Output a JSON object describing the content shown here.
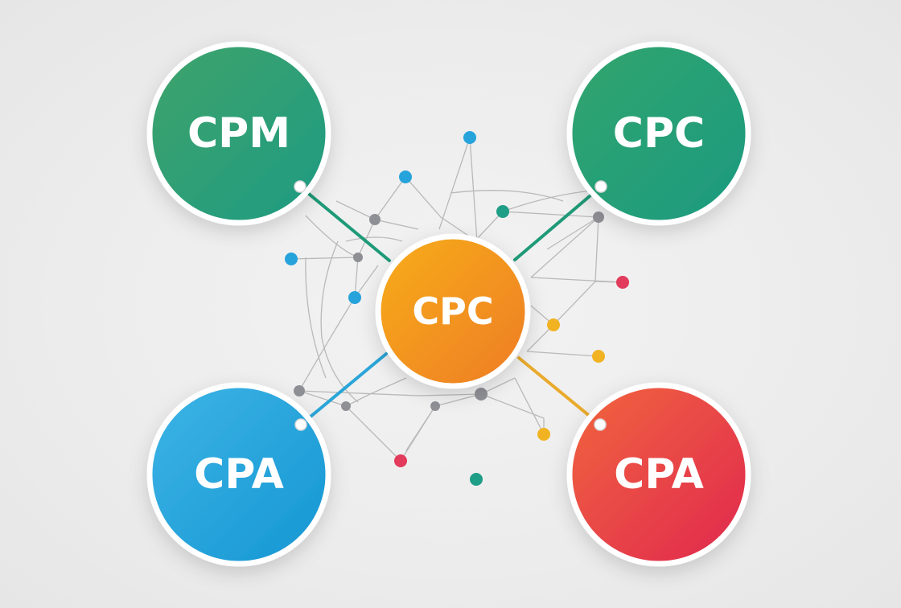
{
  "diagram": {
    "nodes": [
      {
        "id": "cpm",
        "label": "CPM",
        "color_start": "#3fa36a",
        "color_end": "#1e9b82",
        "link_color": "#1f9a78"
      },
      {
        "id": "cpc_top",
        "label": "CPC",
        "color_start": "#32a56d",
        "color_end": "#1b9a80",
        "link_color": "#1f9a78"
      },
      {
        "id": "cpc_center",
        "label": "CPC",
        "color_start": "#f7ad1e",
        "color_end": "#ee7c21"
      },
      {
        "id": "cpa_left",
        "label": "CPA",
        "color_start": "#3db4e6",
        "color_end": "#1596d2",
        "link_color": "#2aa5d8"
      },
      {
        "id": "cpa_right",
        "label": "CPA",
        "color_start": "#f1663e",
        "color_end": "#e0274f",
        "link_color": "#e9aa2c"
      }
    ],
    "dot_colors": {
      "blue": "#27a3dc",
      "teal": "#1e9e86",
      "gray": "#8f8f96",
      "red": "#e23b5c",
      "yellow": "#f1b322"
    }
  }
}
